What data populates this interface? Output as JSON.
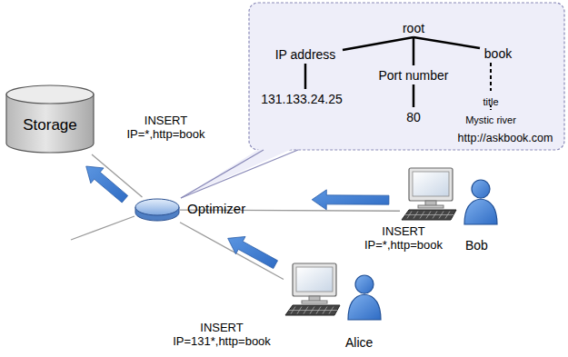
{
  "diagram": {
    "nodes": [
      {
        "text": [
          "Storage"
        ]
      },
      {
        "text": [
          "Optimizer"
        ]
      },
      {
        "text": [
          "Bob"
        ]
      },
      {
        "text": [
          "Alice"
        ]
      }
    ],
    "edges": [
      {
        "from": 2,
        "to": 1,
        "arrow": "to",
        "label": "INSERT IP=*,http=book"
      },
      {
        "from": 3,
        "to": 1,
        "arrow": "to",
        "label": "INSERT IP=131*,http=book"
      },
      {
        "from": 1,
        "to": 0,
        "arrow": "to",
        "label": "INSERT IP=*,http=book"
      }
    ],
    "labels": [
      "root",
      "IP address",
      "Port number",
      "book",
      "131.133.24.25",
      "80",
      "title",
      "Mystic river",
      "http://askbook.com"
    ]
  }
}
